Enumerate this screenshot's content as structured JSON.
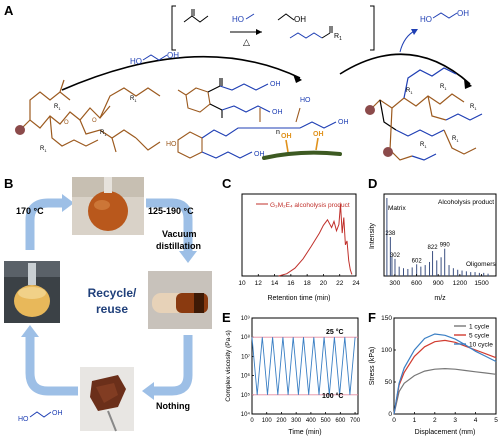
{
  "panels": {
    "a": {
      "letter": "A",
      "bracket_conditions": "△",
      "chem_labels": {
        "ho": "HO",
        "oh": "OH",
        "r1": "R",
        "r1_sub": "1",
        "o": "O",
        "n": "n"
      }
    },
    "b": {
      "letter": "B",
      "temp_left": "170 °C",
      "temp_right": "125-190 °C",
      "step_top": "Vacuum",
      "step_bottom": "distillation",
      "center_line1": "Recycle/",
      "center_line2": "reuse",
      "nothing": "Nothing"
    },
    "c": {
      "letter": "C",
      "legend": "G₃M₂E₄ alcoholysis product",
      "xlabel": "Retention time (min)",
      "x_ticks": [
        "10",
        "12",
        "14",
        "16",
        "18",
        "20",
        "22",
        "24"
      ]
    },
    "d": {
      "letter": "D",
      "xlabel": "m/z",
      "ylabel": "Intensity",
      "title": "Alcoholysis product",
      "matrix": "Matrix",
      "oligomers": "Oligomers",
      "x_ticks": [
        "300",
        "600",
        "900",
        "1200",
        "1500"
      ],
      "peak_labels": [
        "238",
        "302",
        "602",
        "822",
        "990"
      ]
    },
    "e": {
      "letter": "E",
      "xlabel": "Time (min)",
      "ylabel": "Complex viscosity (Pa·s)",
      "temp_high": "25 °C",
      "temp_low": "100 °C",
      "x_ticks": [
        "0",
        "100",
        "200",
        "300",
        "400",
        "500",
        "600",
        "700"
      ],
      "y_ticks": [
        "10⁴",
        "10⁵",
        "10⁶",
        "10⁷",
        "10⁸",
        "10⁹"
      ]
    },
    "f": {
      "letter": "F",
      "xlabel": "Displacement (mm)",
      "ylabel": "Stress (kPa)",
      "x_ticks": [
        "0",
        "1",
        "2",
        "3",
        "4",
        "5"
      ],
      "y_ticks": [
        "0",
        "50",
        "100",
        "150"
      ],
      "legend": [
        "1 cycle",
        "5 cycle",
        "10 cycle"
      ]
    }
  },
  "colors": {
    "brown": "#9c5a1f",
    "blue": "#1f3fb4",
    "red_line": "#c0302b",
    "arrow_blue": "#9dbfe6",
    "pink_guide": "#e58ca0",
    "green_chain": "#3d5a22",
    "orange": "#e0921c"
  },
  "chart_data": [
    {
      "type": "line",
      "panel": "C",
      "xlabel": "Retention time (min)",
      "ylabel": "",
      "xlim": [
        10,
        24
      ],
      "series": [
        {
          "name": "G₃M₂E₄ alcoholysis product",
          "x": [
            14.5,
            15.5,
            16.5,
            17.5,
            18.5,
            19.5,
            20.0,
            20.5,
            21.0,
            21.3,
            21.6,
            21.9,
            22.1,
            22.3,
            22.5,
            22.7,
            22.9,
            23.1,
            23.3,
            23.5
          ],
          "y": [
            0.0,
            0.03,
            0.1,
            0.22,
            0.38,
            0.55,
            0.65,
            0.72,
            0.62,
            0.7,
            0.58,
            0.66,
            0.92,
            0.55,
            0.75,
            0.4,
            0.45,
            0.2,
            0.08,
            0.02
          ]
        }
      ]
    },
    {
      "type": "bar",
      "panel": "D",
      "xlabel": "m/z",
      "ylabel": "Intensity",
      "xlim": [
        150,
        1700
      ],
      "peaks": [
        {
          "mz": 190,
          "intensity": 1.0
        },
        {
          "mz": 238,
          "intensity": 0.5
        },
        {
          "mz": 260,
          "intensity": 0.25
        },
        {
          "mz": 302,
          "intensity": 0.22
        },
        {
          "mz": 360,
          "intensity": 0.12
        },
        {
          "mz": 420,
          "intensity": 0.1
        },
        {
          "mz": 480,
          "intensity": 0.09
        },
        {
          "mz": 540,
          "intensity": 0.11
        },
        {
          "mz": 602,
          "intensity": 0.15
        },
        {
          "mz": 660,
          "intensity": 0.12
        },
        {
          "mz": 720,
          "intensity": 0.14
        },
        {
          "mz": 780,
          "intensity": 0.18
        },
        {
          "mz": 822,
          "intensity": 0.32
        },
        {
          "mz": 880,
          "intensity": 0.2
        },
        {
          "mz": 940,
          "intensity": 0.24
        },
        {
          "mz": 990,
          "intensity": 0.35
        },
        {
          "mz": 1050,
          "intensity": 0.14
        },
        {
          "mz": 1110,
          "intensity": 0.1
        },
        {
          "mz": 1170,
          "intensity": 0.08
        },
        {
          "mz": 1230,
          "intensity": 0.07
        },
        {
          "mz": 1290,
          "intensity": 0.06
        },
        {
          "mz": 1350,
          "intensity": 0.05
        },
        {
          "mz": 1410,
          "intensity": 0.05
        },
        {
          "mz": 1470,
          "intensity": 0.04
        },
        {
          "mz": 1530,
          "intensity": 0.04
        },
        {
          "mz": 1590,
          "intensity": 0.03
        }
      ]
    },
    {
      "type": "line",
      "panel": "E",
      "xlabel": "Time (min)",
      "ylabel": "Complex viscosity (Pa·s)",
      "xlim": [
        0,
        720
      ],
      "ylim_log10": [
        4,
        9
      ],
      "yscale": "log",
      "cycles": 10,
      "high_log10": 8.0,
      "low_log10": 5.0,
      "period_min": 70
    },
    {
      "type": "line",
      "panel": "F",
      "xlabel": "Displacement (mm)",
      "ylabel": "Stress (kPa)",
      "xlim": [
        0,
        5
      ],
      "ylim": [
        0,
        150
      ],
      "series": [
        {
          "name": "1 cycle",
          "color": "#777777",
          "x": [
            0,
            0.25,
            0.5,
            1.0,
            1.5,
            2.0,
            2.5,
            3.0,
            3.5,
            4.0,
            4.5,
            5.0
          ],
          "y": [
            0,
            35,
            48,
            60,
            67,
            70,
            71,
            70,
            68,
            66,
            64,
            62
          ]
        },
        {
          "name": "5 cycle",
          "color": "#d13b2f",
          "x": [
            0,
            0.25,
            0.5,
            1.0,
            1.5,
            2.0,
            2.5,
            3.0,
            3.5,
            4.0,
            4.5,
            5.0
          ],
          "y": [
            0,
            45,
            65,
            90,
            105,
            113,
            115,
            112,
            106,
            100,
            94,
            88
          ]
        },
        {
          "name": "10 cycle",
          "color": "#3a7fc4",
          "x": [
            0,
            0.25,
            0.5,
            1.0,
            1.5,
            2.0,
            2.5,
            3.0,
            3.5,
            4.0,
            4.5,
            5.0
          ],
          "y": [
            0,
            48,
            72,
            100,
            118,
            125,
            123,
            117,
            108,
            98,
            90,
            82
          ]
        }
      ]
    }
  ]
}
